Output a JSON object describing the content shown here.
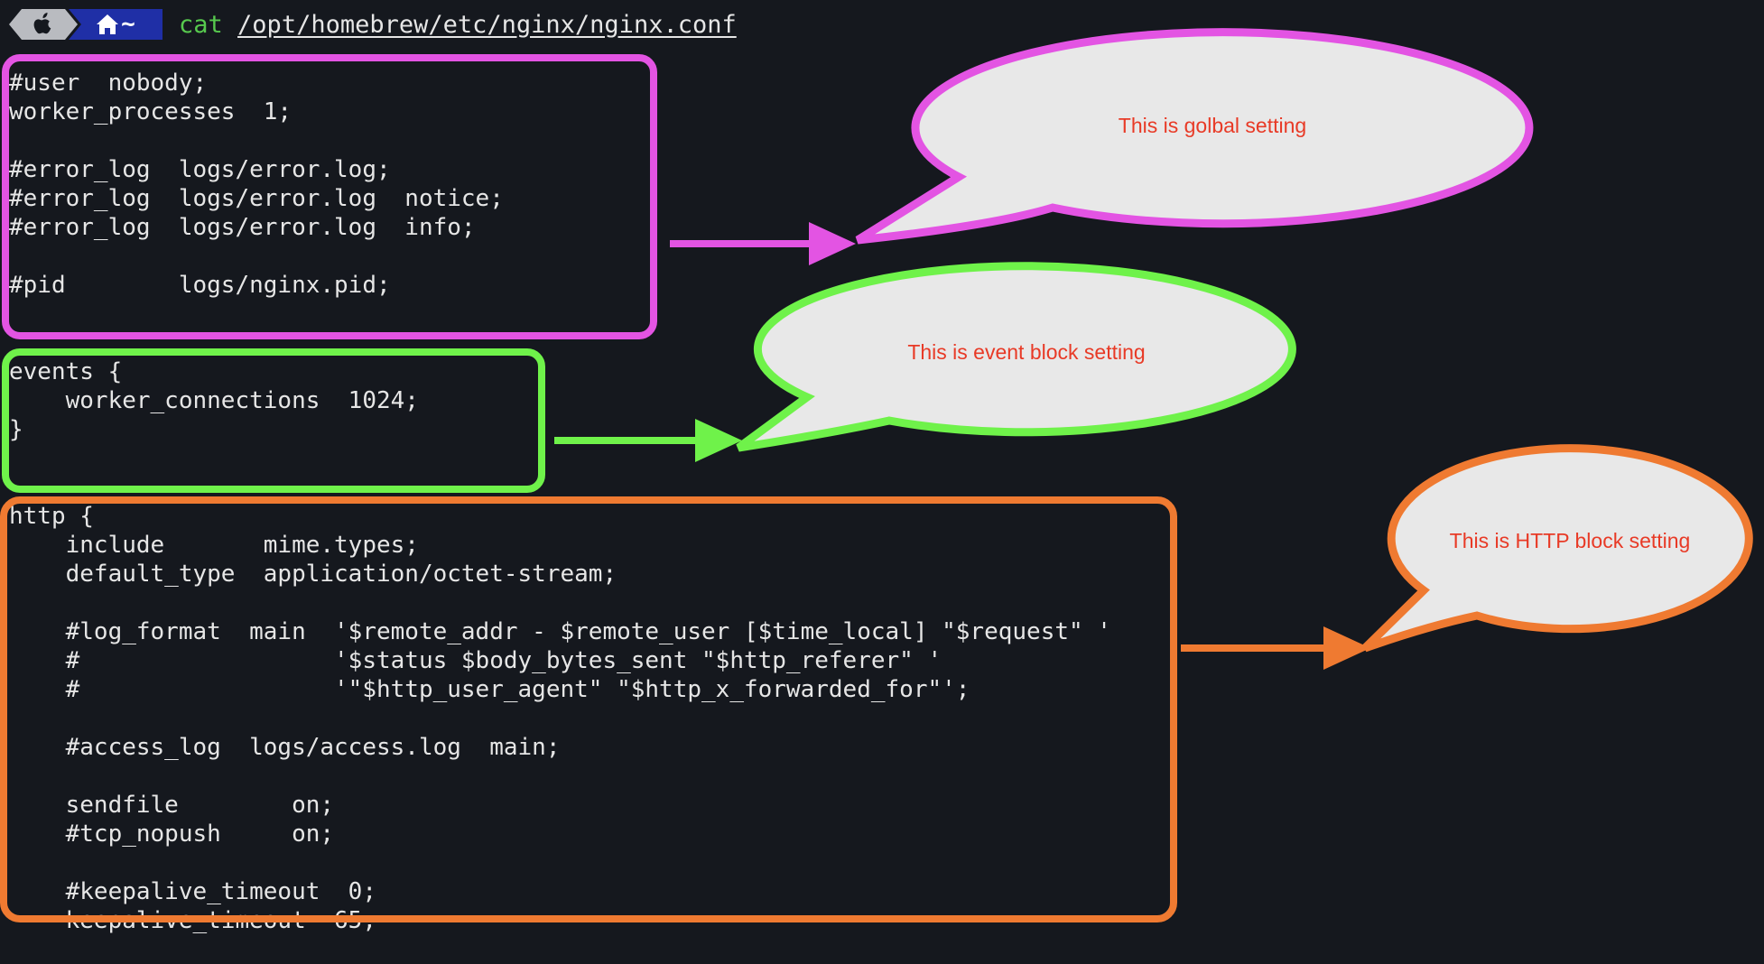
{
  "prompt": {
    "apple_icon": "apple-icon",
    "home_icon": "home-icon",
    "home_suffix": "~",
    "command": "cat",
    "path": "/opt/homebrew/etc/nginx/nginx.conf"
  },
  "code_lines": [
    "#user  nobody;",
    "worker_processes  1;",
    "",
    "#error_log  logs/error.log;",
    "#error_log  logs/error.log  notice;",
    "#error_log  logs/error.log  info;",
    "",
    "#pid        logs/nginx.pid;",
    "",
    "",
    "events {",
    "    worker_connections  1024;",
    "}",
    "",
    "",
    "http {",
    "    include       mime.types;",
    "    default_type  application/octet-stream;",
    "",
    "    #log_format  main  '$remote_addr - $remote_user [$time_local] \"$request\" '",
    "    #                  '$status $body_bytes_sent \"$http_referer\" '",
    "    #                  '\"$http_user_agent\" \"$http_x_forwarded_for\"';",
    "",
    "    #access_log  logs/access.log  main;",
    "",
    "    sendfile        on;",
    "    #tcp_nopush     on;",
    "",
    "    #keepalive_timeout  0;",
    "    keepalive_timeout  65;"
  ],
  "annotations": {
    "global": {
      "text": "This is golbal setting",
      "color": "#e354e3"
    },
    "events": {
      "text": "This is event block setting",
      "color": "#6ff24a"
    },
    "http": {
      "text": "This is HTTP block setting",
      "color": "#ef7a31"
    },
    "bubble_fill": "#e8e8e8",
    "text_color": "#e83a26"
  },
  "colors": {
    "background": "#15181e",
    "text": "#e6e6e6",
    "prompt_green": "#57c94e",
    "apple_segment": "#b9bbc0",
    "home_segment": "#1f2fa6"
  }
}
